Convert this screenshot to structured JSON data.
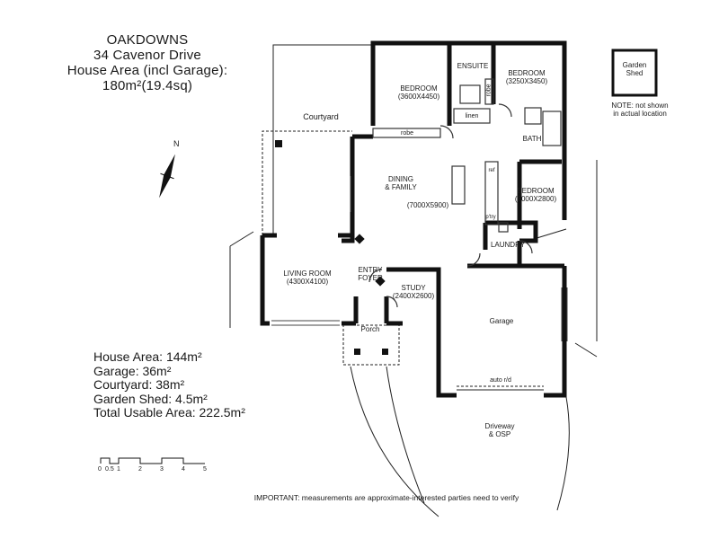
{
  "header": {
    "line1": "OAKDOWNS",
    "line2": "34 Cavenor Drive",
    "line3": "House Area (incl Garage):",
    "line4": "180m²(19.4sq)"
  },
  "areas": [
    "House Area: 144m²",
    "Garage: 36m²",
    "Courtyard: 38m²",
    "Garden Shed: 4.5m²",
    "Total Usable Area: 222.5m²"
  ],
  "rooms": {
    "bedroom1": {
      "name": "BEDROOM",
      "dims": "(3600X4450)"
    },
    "ensuite": "ENSUITE",
    "bedroom2": {
      "name": "BEDROOM",
      "dims": "(3250X3450)"
    },
    "robe_vertical": "robe",
    "linen": "linen",
    "bath": "BATH",
    "robe_horizontal": "robe",
    "courtyard": "Courtyard",
    "dining": {
      "name1": "DINING",
      "name2": "& FAMILY",
      "dims": "(7000X5900)"
    },
    "ref": "ref",
    "pantry": "p'try",
    "bedroom3": {
      "name": "BEDROOM",
      "dims": "(3000X2800)"
    },
    "laundry": "LAUNDRY",
    "living": {
      "name": "LIVING ROOM",
      "dims": "(4300X4100)"
    },
    "entry": {
      "name1": "ENTRY",
      "name2": "FOYER"
    },
    "study": {
      "name": "STUDY",
      "dims": "(2400X2600)"
    },
    "porch": "Porch",
    "garage": "Garage",
    "garage_door": "auto r/d",
    "driveway": {
      "name1": "Driveway",
      "name2": "& OSP"
    },
    "shed": {
      "name1": "Garden",
      "name2": "Shed"
    }
  },
  "shed_note": {
    "line1": "NOTE: not shown",
    "line2": "in actual location"
  },
  "north": "N",
  "scale_labels": [
    "0",
    "0.5",
    "1",
    "2",
    "3",
    "4",
    "5"
  ],
  "footer": "IMPORTANT: measurements are approximate-interested parties need to verify"
}
